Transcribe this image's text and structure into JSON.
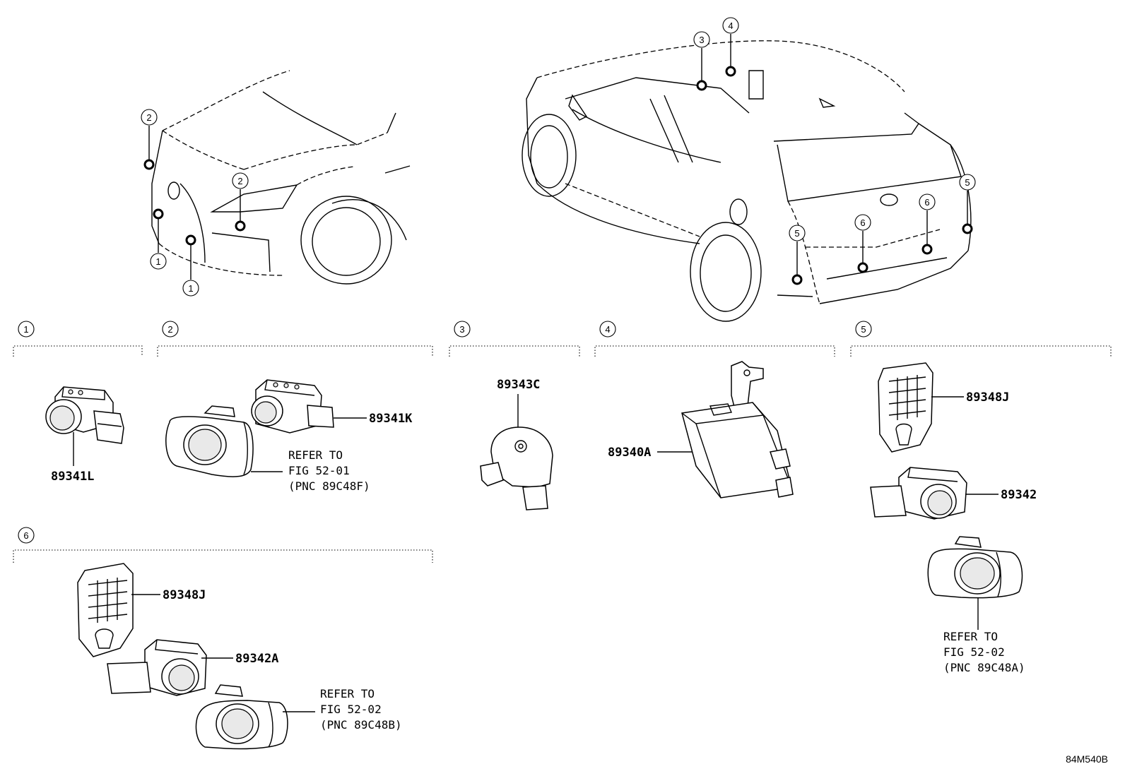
{
  "diagram_code": "84M540B",
  "callouts": {
    "front_1a": "1",
    "front_1b": "1",
    "front_2a": "2",
    "front_2b": "2",
    "rear_3": "3",
    "rear_4": "4",
    "rear_5a": "5",
    "rear_5b": "5",
    "rear_6a": "6",
    "rear_6b": "6"
  },
  "sections": [
    {
      "number": "1",
      "parts": [
        "89341L"
      ]
    },
    {
      "number": "2",
      "parts": [
        "89341K"
      ],
      "note": [
        "REFER TO",
        "FIG 52-01",
        "(PNC 89C48F)"
      ]
    },
    {
      "number": "3",
      "parts": [
        "89343C"
      ]
    },
    {
      "number": "4",
      "parts": [
        "89340A"
      ]
    },
    {
      "number": "5",
      "parts": [
        "89348J",
        "89342"
      ],
      "note": [
        "REFER TO",
        "FIG 52-02",
        "(PNC 89C48A)"
      ]
    },
    {
      "number": "6",
      "parts": [
        "89348J",
        "89342A"
      ],
      "note": [
        "REFER TO",
        "FIG 52-02",
        "(PNC 89C48B)"
      ]
    }
  ]
}
